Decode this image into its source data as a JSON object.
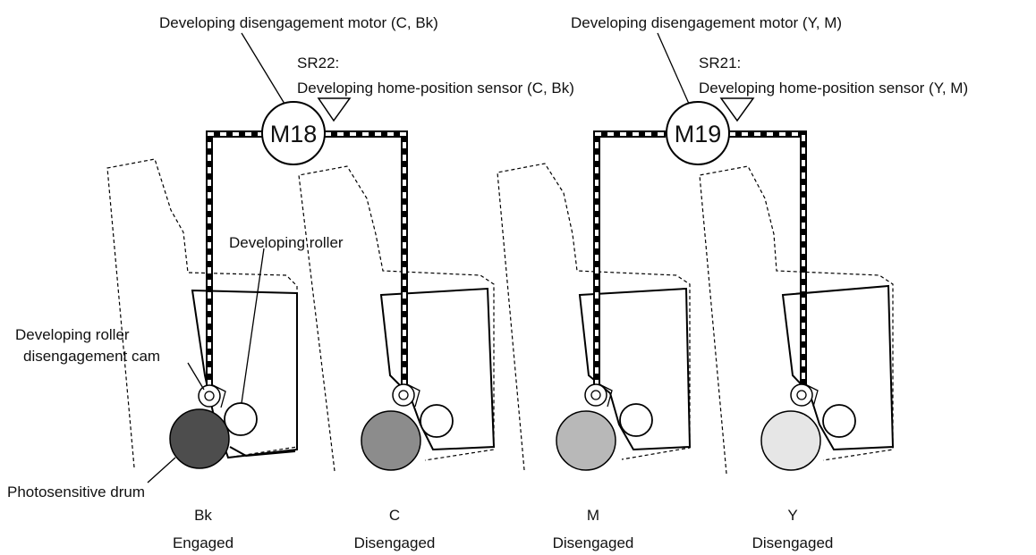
{
  "motors": [
    {
      "id": "M18",
      "caption": "Developing disengagement motor (C, Bk)",
      "sensor_code": "SR22:",
      "sensor_name": "Developing home-position sensor (C, Bk)"
    },
    {
      "id": "M19",
      "caption": "Developing disengagement motor (Y, M)",
      "sensor_code": "SR21:",
      "sensor_name": "Developing home-position sensor (Y, M)"
    }
  ],
  "callouts": {
    "developing_roller": "Developing roller",
    "cam_line1": "Developing roller",
    "cam_line2": "disengagement cam",
    "drum": "Photosensitive drum"
  },
  "units": [
    {
      "color_label": "Bk",
      "state": "Engaged",
      "drum_color": "#4d4d4d"
    },
    {
      "color_label": "C",
      "state": "Disengaged",
      "drum_color": "#8c8c8c"
    },
    {
      "color_label": "M",
      "state": "Disengaged",
      "drum_color": "#b8b8b8"
    },
    {
      "color_label": "Y",
      "state": "Disengaged",
      "drum_color": "#e6e6e6"
    }
  ]
}
